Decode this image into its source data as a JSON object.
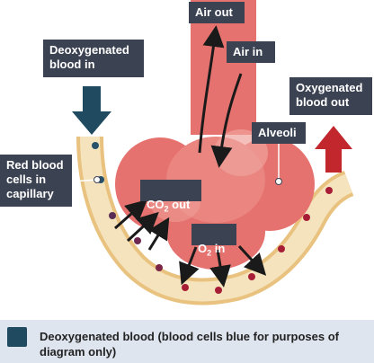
{
  "labels": {
    "deoxygenated_blood_in": "Deoxygenated\nblood in",
    "air_out": "Air out",
    "air_in": "Air in",
    "oxygenated_blood_out": "Oxygenated\nblood out",
    "alveoli": "Alveoli",
    "red_blood_cells": "Red blood\ncells in\ncapillary",
    "co2_out": {
      "prefix": "CO",
      "sub": "2",
      "suffix": " out"
    },
    "o2_in": {
      "prefix": "O",
      "sub": "2",
      "suffix": " in"
    }
  },
  "legend": {
    "text": "Deoxygenated blood (blood cells blue for purposes of diagram only)",
    "swatch_color": "#1f4a60"
  },
  "colors": {
    "label_bg": "#3b4252",
    "capillary_outer": "#f3d49a",
    "capillary_inner": "#f6e6c2",
    "alveolus_fill": "#e6726f",
    "alveolus_light": "#f0a39c",
    "blue_arrow": "#1f4a60",
    "red_arrow": "#c1272d",
    "cell_blue": "#27506a",
    "cell_purple": "#6d2a4e",
    "cell_red": "#a81d36"
  }
}
